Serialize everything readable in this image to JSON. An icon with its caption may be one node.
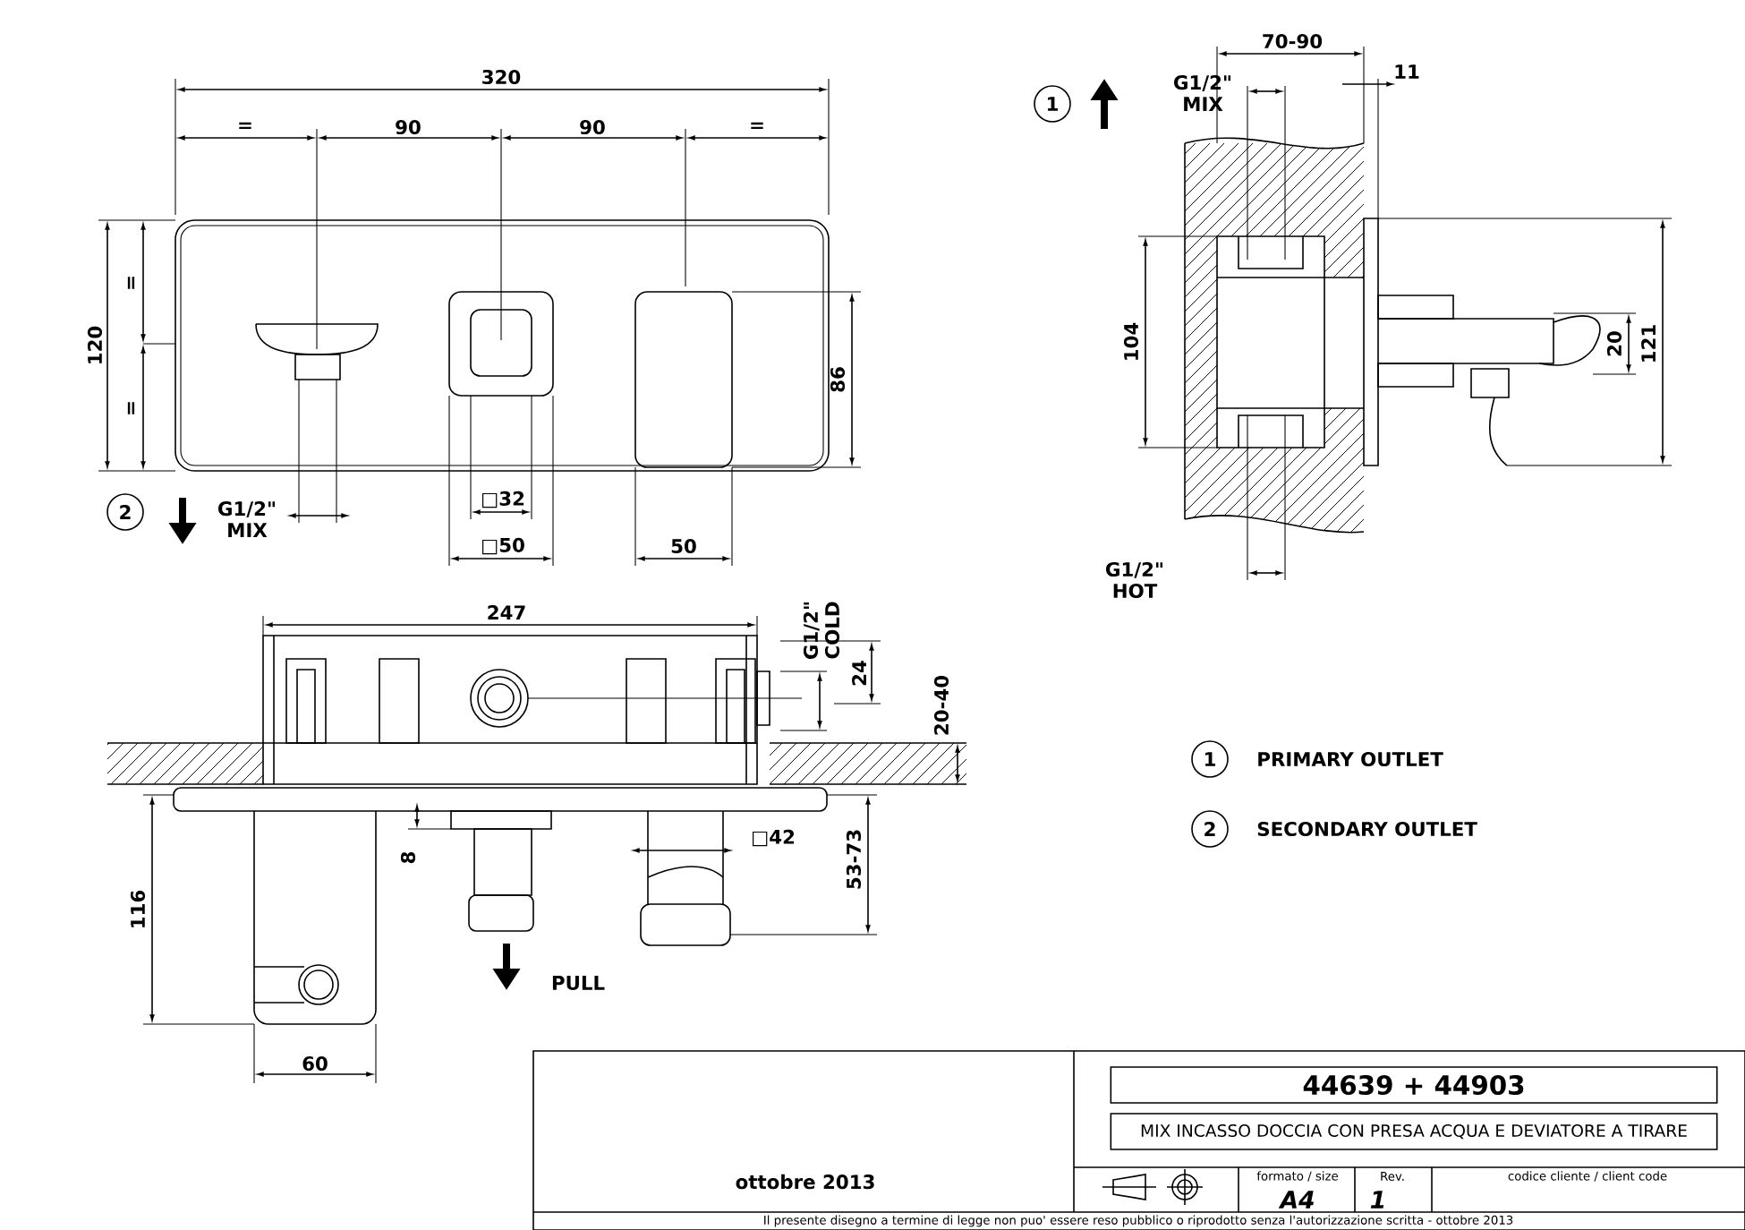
{
  "diagram": {
    "nodes": [
      {
        "text": [
          "2"
        ]
      },
      {
        "text": [
          "1"
        ]
      },
      {
        "text": [
          "1"
        ],
        "beside": [
          "PRIMARY OUTLET"
        ]
      },
      {
        "text": [
          "2"
        ],
        "beside": [
          "SECONDARY OUTLET"
        ]
      },
      {
        "text": [
          "44639 + 44903"
        ]
      },
      {
        "text": [
          "MIX INCASSO DOCCIA CON PRESA ACQUA E DEVIATORE A TIRARE"
        ]
      }
    ],
    "labels": [
      "320",
      "=",
      "90",
      "90",
      "=",
      "120",
      "=",
      "=",
      "86",
      "G1/2\" MIX",
      "□32",
      "□50",
      "50",
      "70-90",
      "G1/2\" MIX",
      "11",
      "104",
      "20",
      "121",
      "G1/2\" HOT",
      "247",
      "G1/2\" COLD",
      "24",
      "20-40",
      "8",
      "□42",
      "116",
      "53-73",
      "PULL",
      "60",
      "formato / size",
      "A4",
      "Rev.",
      "1",
      "codice cliente / client code",
      "ottobre 2013",
      "Il presente disegno a termine di legge non puo' essere reso pubblico o riprodotto senza l'autorizzazione scritta - ottobre 2013"
    ]
  }
}
